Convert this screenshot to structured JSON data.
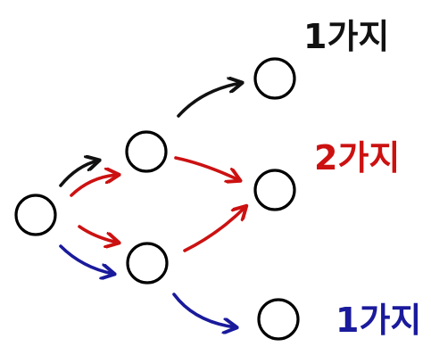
{
  "colors": {
    "black": "#111111",
    "red": "#cc1111",
    "blue": "#1a1a9c"
  },
  "nodes": [
    {
      "id": "start"
    },
    {
      "id": "mid-top"
    },
    {
      "id": "mid-bottom"
    },
    {
      "id": "end-top"
    },
    {
      "id": "end-middle"
    },
    {
      "id": "end-bottom"
    }
  ],
  "edges": [
    {
      "from": "start",
      "to": "mid-top",
      "color": "black"
    },
    {
      "from": "start",
      "to": "mid-top",
      "color": "red"
    },
    {
      "from": "start",
      "to": "mid-bottom",
      "color": "red"
    },
    {
      "from": "start",
      "to": "mid-bottom",
      "color": "blue"
    },
    {
      "from": "mid-top",
      "to": "end-top",
      "color": "black"
    },
    {
      "from": "mid-top",
      "to": "end-middle",
      "color": "red"
    },
    {
      "from": "mid-bottom",
      "to": "end-middle",
      "color": "red"
    },
    {
      "from": "mid-bottom",
      "to": "end-bottom",
      "color": "blue"
    }
  ],
  "labels": {
    "top": {
      "text": "1가지",
      "color": "black"
    },
    "middle": {
      "text": "2가지",
      "color": "red"
    },
    "bottom": {
      "text": "1가지",
      "color": "blue"
    }
  }
}
